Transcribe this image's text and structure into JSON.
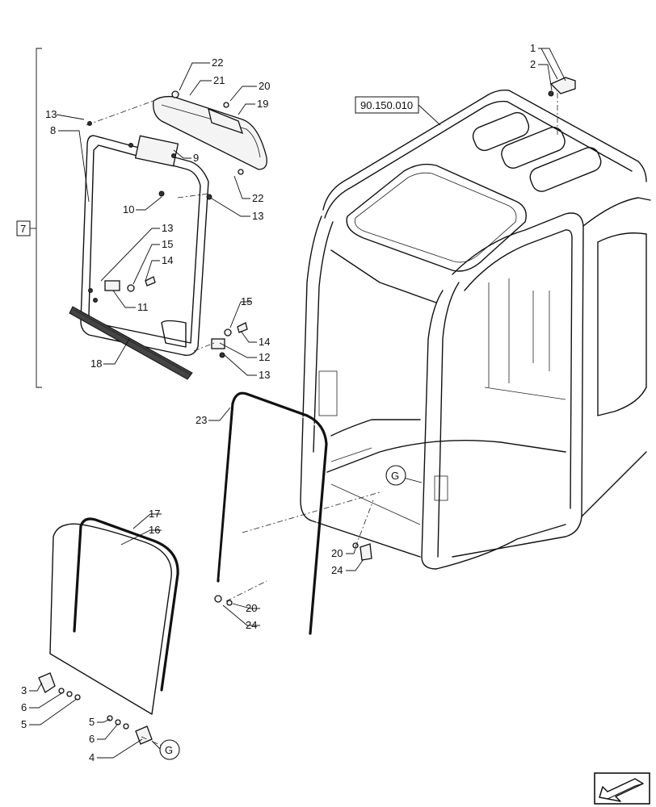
{
  "ref_box": "90.150.010",
  "group_box": "7",
  "detail_marker": "G",
  "callouts": {
    "c1": "1",
    "c2": "2",
    "c3": "3",
    "c4": "4",
    "c5a": "5",
    "c5b": "5",
    "c6a": "6",
    "c6b": "6",
    "c8": "8",
    "c9": "9",
    "c10": "10",
    "c11": "11",
    "c12": "12",
    "c13a": "13",
    "c13b": "13",
    "c13c": "13",
    "c13d": "13",
    "c14a": "14",
    "c14b": "14",
    "c15a": "15",
    "c15b": "15",
    "c16": "16",
    "c17": "17",
    "c18": "18",
    "c19": "19",
    "c20a": "20",
    "c20b": "20",
    "c20c": "20",
    "c21": "21",
    "c22a": "22",
    "c22b": "22",
    "c23": "23",
    "c24a": "24",
    "c24b": "24"
  }
}
